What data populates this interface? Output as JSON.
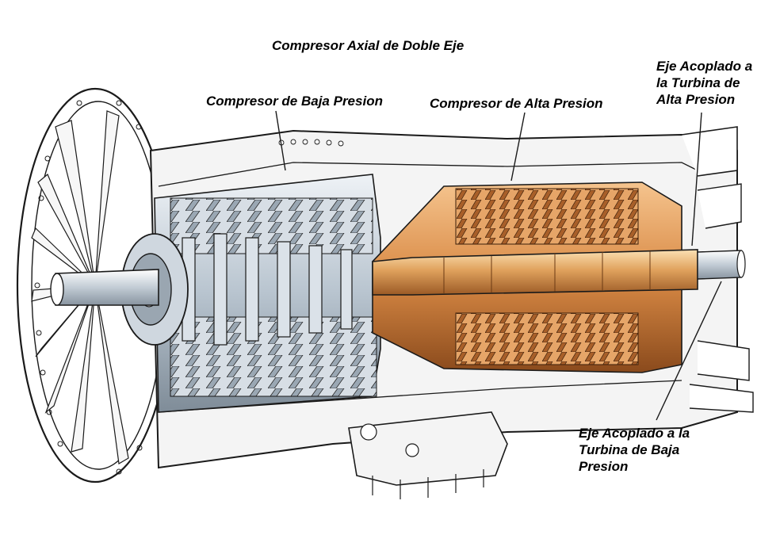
{
  "labels": {
    "title": "Compresor Axial de Doble Eje",
    "low_pressure_compressor": "Compresor de Baja Presion",
    "high_pressure_compressor": "Compresor de  Alta Presion",
    "hp_turbine_shaft": [
      "Eje Acoplado a",
      "la Turbina de",
      "Alta Presion"
    ],
    "lp_turbine_shaft": [
      "Eje Acoplado a la",
      "Turbina de Baja",
      "Presion"
    ]
  },
  "colors": {
    "low_pressure_metal": "#c9d3dd",
    "high_pressure_metal": "#d9955a",
    "outline": "#1a1a1a",
    "casing": "#f2f2f2"
  }
}
